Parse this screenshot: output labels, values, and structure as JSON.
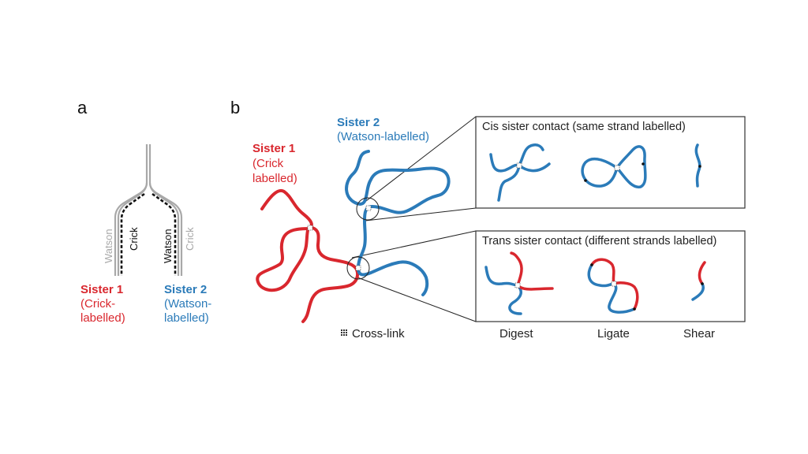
{
  "colors": {
    "sister1": "#d9272e",
    "sister2": "#2b7bb9",
    "template_strand": "#a8a8a8",
    "new_strand": "#111111",
    "text": "#222222"
  },
  "panel_a": {
    "label": "a",
    "strand_labels": {
      "left_outer": "Watson",
      "left_inner": "Crick",
      "right_inner": "Watson",
      "right_outer": "Crick"
    },
    "sister1": {
      "title": "Sister 1",
      "line1": "(Crick-",
      "line2": "labelled)"
    },
    "sister2": {
      "title": "Sister 2",
      "line1": "(Watson-",
      "line2": "labelled)"
    }
  },
  "panel_b": {
    "label": "b",
    "sister1": {
      "title": "Sister 1",
      "line1": "(Crick",
      "line2": "labelled)"
    },
    "sister2": {
      "title": "Sister 2",
      "line1": "(Watson-labelled)"
    },
    "legend": {
      "icon": "cross-link-icon",
      "label": "Cross-link"
    },
    "cis_box": {
      "title": "Cis sister contact (same strand labelled)"
    },
    "trans_box": {
      "title": "Trans sister contact (different strands labelled)"
    },
    "steps": [
      "Digest",
      "Ligate",
      "Shear"
    ]
  }
}
